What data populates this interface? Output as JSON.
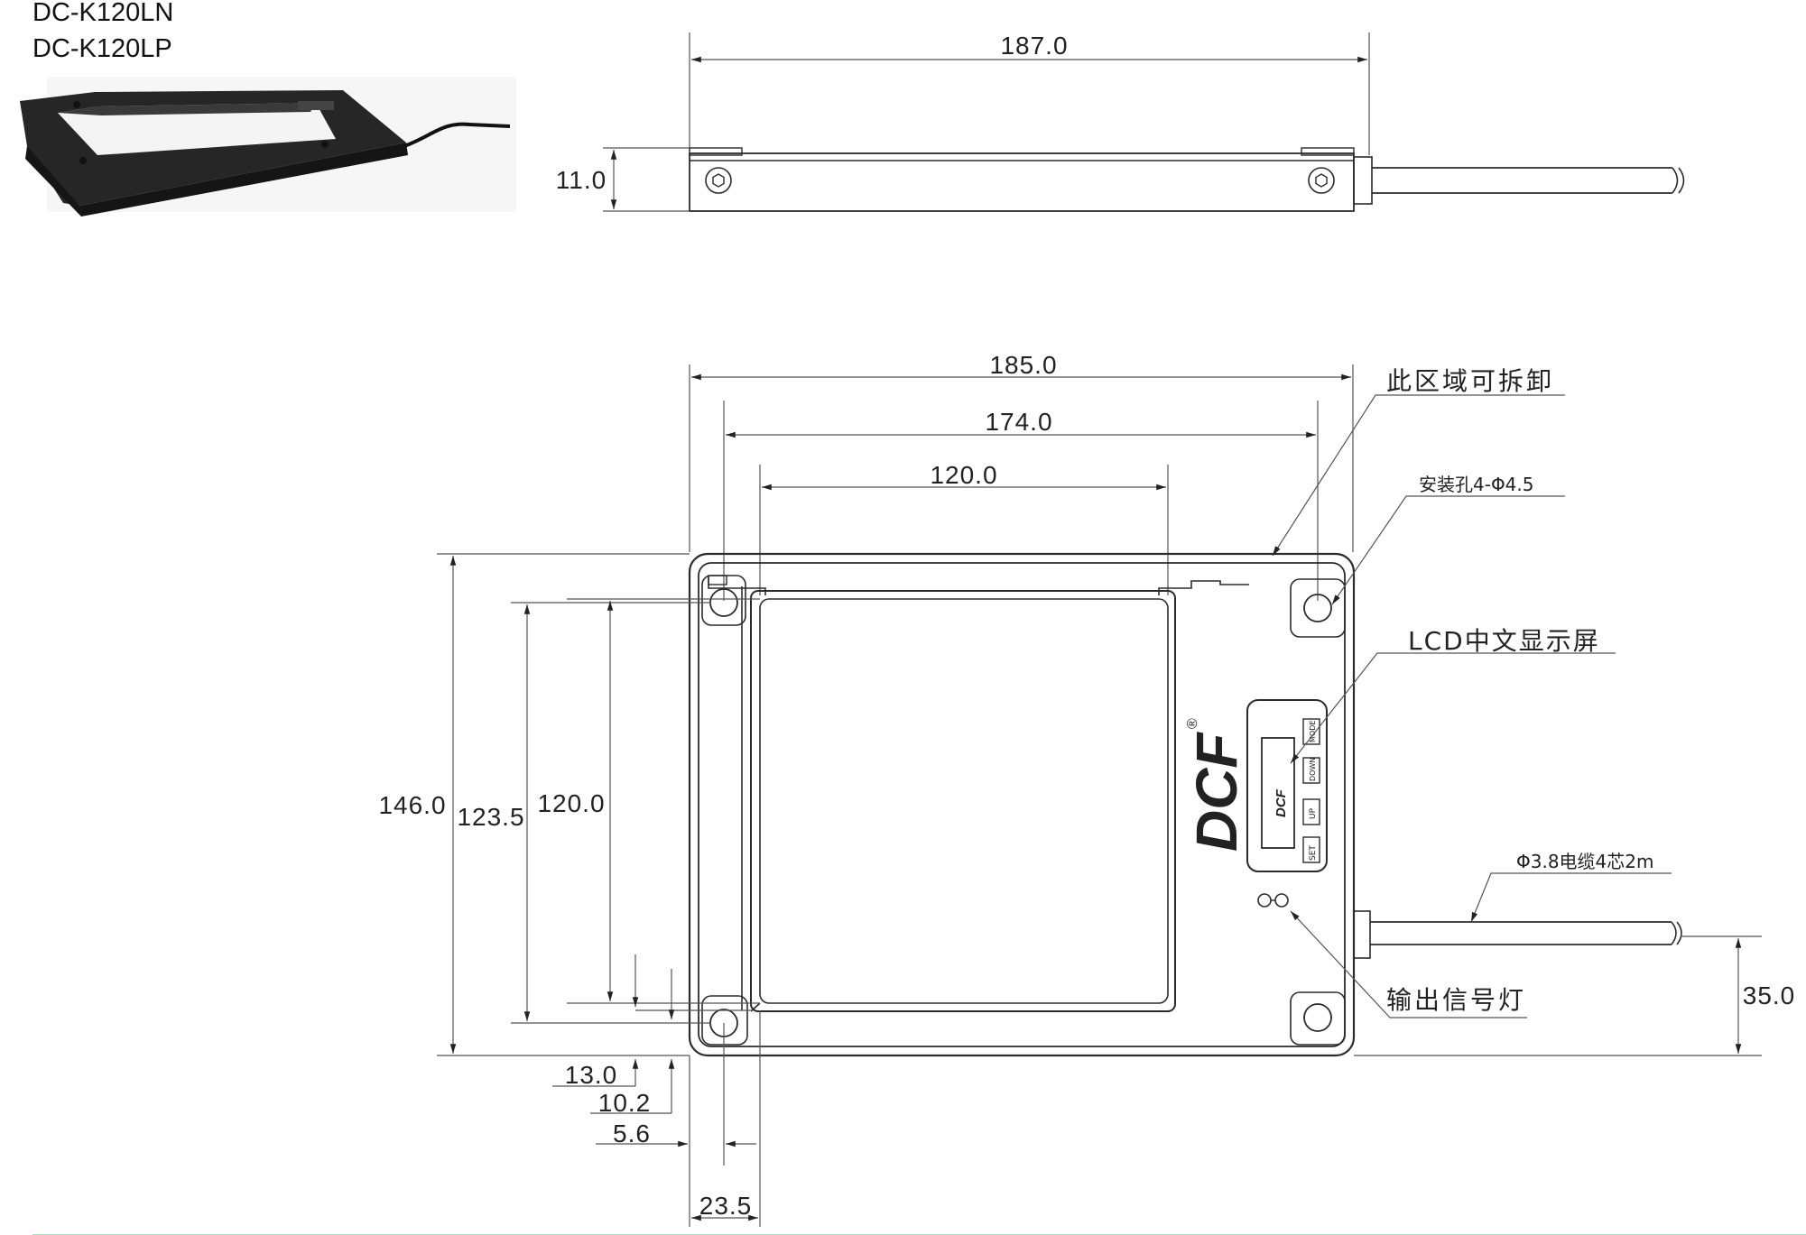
{
  "models": [
    "DC-K120LN",
    "DC-K120LP"
  ],
  "side_view": {
    "width": "187.0",
    "height": "11.0"
  },
  "front_view": {
    "outer_width": "185.0",
    "hole_spacing_x": "174.0",
    "window_width": "120.0",
    "outer_height": "146.0",
    "hole_spacing_y": "123.5",
    "window_height": "120.0",
    "dim_13": "13.0",
    "dim_10": "10.2",
    "dim_5": "5.6",
    "dim_23": "23.5",
    "cable_offset": "35.0",
    "brand": "DCF",
    "registered": "®",
    "buttons": [
      "MODE",
      "DOWN",
      "UP",
      "SET"
    ]
  },
  "callouts": {
    "removable": "此区域可拆卸",
    "mount_holes": "安装孔4-Φ4.5",
    "lcd": "LCD中文显示屏",
    "cable": "Φ3.8电缆4芯2m",
    "signal_led": "输出信号灯"
  },
  "colors": {
    "line": "#2b2b2b",
    "footer_line": "#5bbf8a",
    "device_body": "#2a2a2a"
  }
}
